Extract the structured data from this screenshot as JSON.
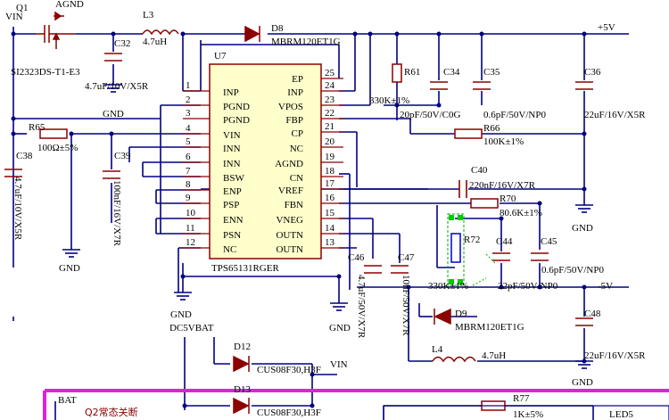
{
  "labels": {
    "vin_top": "VIN",
    "agnd_top": "AGND",
    "gnd": "GND",
    "plus5v": "+5V",
    "minus5v": "-5V",
    "dc5vbat": "DC5VBAT",
    "vin_bottom": "VIN",
    "bat": "BAT",
    "q2_note": "Q2常态关断",
    "led5": "LED5"
  },
  "q1": {
    "designator": "Q1",
    "part": "SI2323DS-T1-E3"
  },
  "l3": {
    "designator": "L3",
    "value": "4.7uH"
  },
  "d8": {
    "designator": "D8",
    "part": "MBRM120ET1G"
  },
  "c32": {
    "designator": "C32",
    "value": "4.7uF/10V/X5R"
  },
  "u7": {
    "designator": "U7",
    "part": "TPS65131RGER",
    "left": [
      {
        "num": "1",
        "name": "INP"
      },
      {
        "num": "2",
        "name": "PGND"
      },
      {
        "num": "3",
        "name": "PGND"
      },
      {
        "num": "4",
        "name": "VIN"
      },
      {
        "num": "5",
        "name": "INN"
      },
      {
        "num": "6",
        "name": "INN"
      },
      {
        "num": "7",
        "name": "BSW"
      },
      {
        "num": "8",
        "name": "ENP"
      },
      {
        "num": "9",
        "name": "PSP"
      },
      {
        "num": "10",
        "name": "ENN"
      },
      {
        "num": "11",
        "name": "PSN"
      },
      {
        "num": "12",
        "name": "NC"
      }
    ],
    "right": [
      {
        "num": "25",
        "name": "EP"
      },
      {
        "num": "24",
        "name": "INP"
      },
      {
        "num": "23",
        "name": "VPOS"
      },
      {
        "num": "22",
        "name": "FBP"
      },
      {
        "num": "21",
        "name": "CP"
      },
      {
        "num": "20",
        "name": "NC"
      },
      {
        "num": "19",
        "name": "AGND"
      },
      {
        "num": "18",
        "name": "CN"
      },
      {
        "num": "17",
        "name": "VREF"
      },
      {
        "num": "16",
        "name": "FBN"
      },
      {
        "num": "15",
        "name": "VNEG"
      },
      {
        "num": "14",
        "name": "OUTN"
      },
      {
        "num": "13",
        "name": "OUTN"
      }
    ]
  },
  "r61": {
    "designator": "R61",
    "value": "330K±1%"
  },
  "c34": {
    "designator": "C34",
    "value": "20pF/50V/C0G"
  },
  "c35": {
    "designator": "C35",
    "value": "0.6pF/50V/NP0"
  },
  "c36": {
    "designator": "C36",
    "value": "22uF/16V/X5R"
  },
  "r66": {
    "designator": "R66",
    "value": "100K±1%"
  },
  "r65": {
    "designator": "R65",
    "value": "100Ω±5%"
  },
  "c38": {
    "designator": "C38",
    "value": "4.7uF/10V/X5R"
  },
  "c39": {
    "designator": "C39",
    "value": "100nF/16V/X7R"
  },
  "c40": {
    "designator": "C40",
    "value": "220nF/16V/X7R"
  },
  "r70": {
    "designator": "R70",
    "value": "80.6K±1%"
  },
  "r72": {
    "designator": "R72",
    "value": "330K±1%"
  },
  "c44": {
    "designator": "C44",
    "value": "22pF/50V/NP0"
  },
  "c45": {
    "designator": "C45",
    "value": "0.6pF/50V/NP0"
  },
  "c46": {
    "designator": "C46",
    "value": "4.7uF/50V/X7R"
  },
  "c47": {
    "designator": "C47",
    "value": "10nF/50V/X7R"
  },
  "d9": {
    "designator": "D9",
    "part": "MBRM120ET1G"
  },
  "c48": {
    "designator": "C48",
    "value": "22uF/16V/X5R"
  },
  "l4": {
    "designator": "L4",
    "value": "4.7uH"
  },
  "d12": {
    "designator": "D12",
    "part": "CUS08F30,H3F"
  },
  "d13": {
    "designator": "D13",
    "part": "CUS08F30,H3F"
  },
  "r77": {
    "designator": "R77",
    "value": "1K±5%"
  }
}
